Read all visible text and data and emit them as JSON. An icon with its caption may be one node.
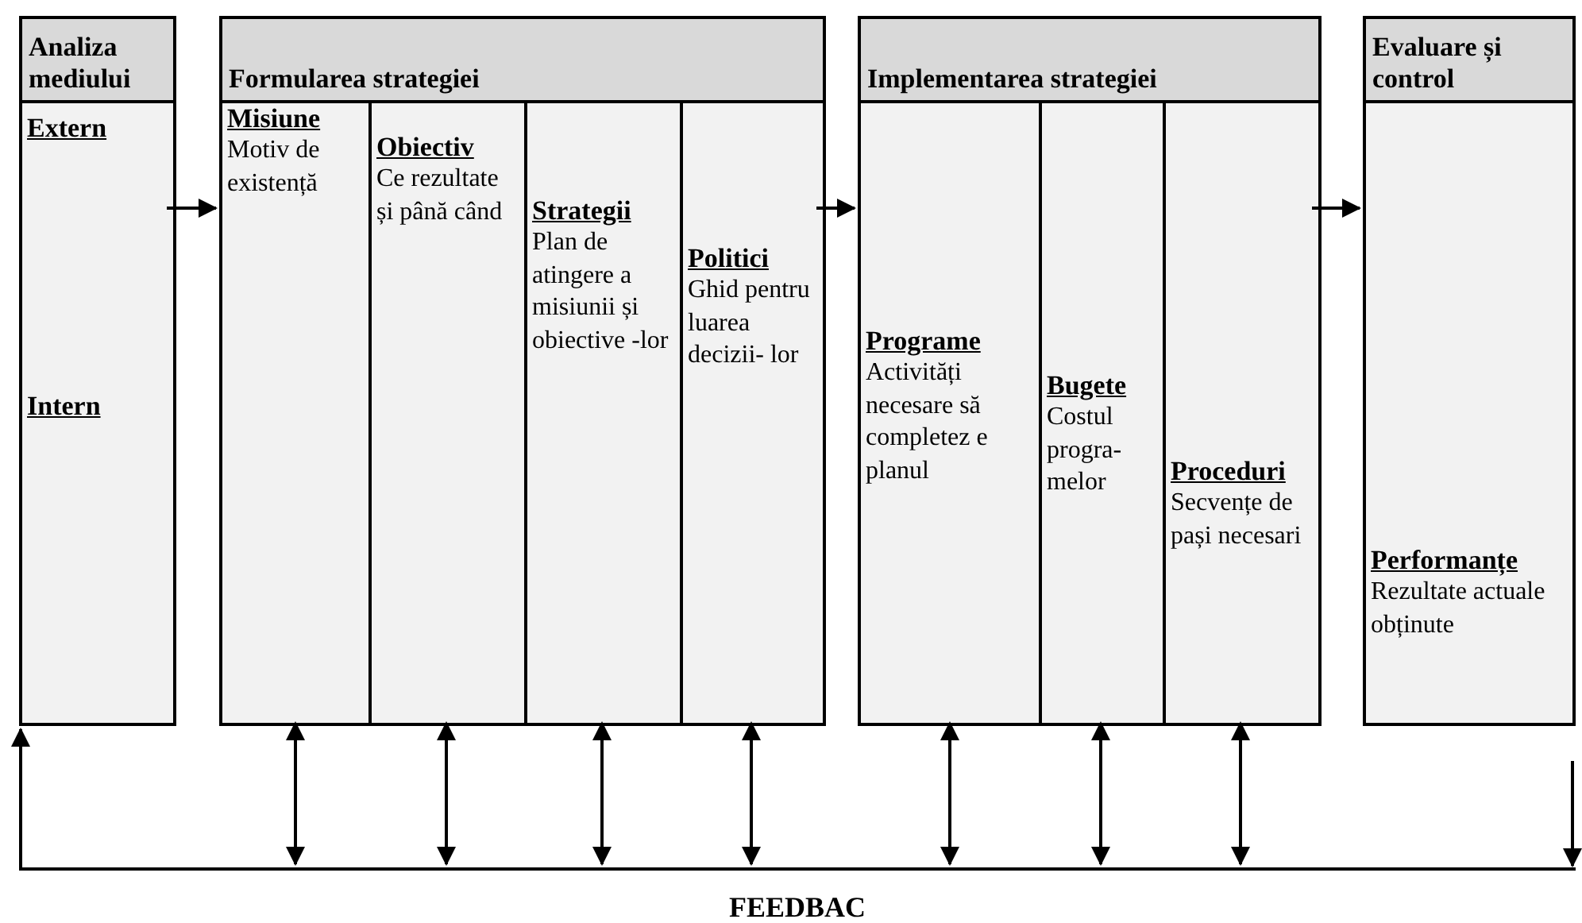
{
  "diagram": {
    "nodes": [
      {
        "text": [
          "Analiza mediului"
        ]
      },
      {
        "text": [
          "Extern"
        ],
        "in": 0
      },
      {
        "text": [
          "Intern"
        ],
        "in": 0
      },
      {
        "text": [
          "Formularea strategiei"
        ]
      },
      {
        "text": [
          "Misiune",
          "Motiv de existență"
        ],
        "in": 3
      },
      {
        "text": [
          "Obiectiv",
          "Ce rezultate și până când"
        ],
        "in": 3
      },
      {
        "text": [
          "Strategii",
          "Plan de atingere a misiunii și obiective -lor"
        ],
        "in": 3
      },
      {
        "text": [
          "Politici",
          "Ghid pentru luarea decizii- lor"
        ],
        "in": 3
      },
      {
        "text": [
          "Implementarea strategiei"
        ]
      },
      {
        "text": [
          "Programe",
          "Activități necesare să completez e planul"
        ],
        "in": 8
      },
      {
        "text": [
          "Bugete",
          "Costul progra- melor"
        ],
        "in": 8
      },
      {
        "text": [
          "Proceduri",
          "Secvențe de pași necesari"
        ],
        "in": 8
      },
      {
        "text": [
          "Evaluare și control"
        ]
      },
      {
        "text": [
          "Performanțe",
          "Rezultate actuale obținute"
        ],
        "in": 12
      },
      {
        "text": [
          "FEEDBAC"
        ]
      }
    ],
    "edges": [
      {
        "from": 0,
        "to": 3,
        "arrow": "to"
      },
      {
        "from": 3,
        "to": 8,
        "arrow": "to"
      },
      {
        "from": 8,
        "to": 12,
        "arrow": "to"
      },
      {
        "from": 4,
        "to": 14,
        "arrow": "both"
      },
      {
        "from": 5,
        "to": 14,
        "arrow": "both"
      },
      {
        "from": 6,
        "to": 14,
        "arrow": "both"
      },
      {
        "from": 7,
        "to": 14,
        "arrow": "both"
      },
      {
        "from": 9,
        "to": 14,
        "arrow": "both"
      },
      {
        "from": 10,
        "to": 14,
        "arrow": "both"
      },
      {
        "from": 11,
        "to": 14,
        "arrow": "both"
      },
      {
        "from": 14,
        "to": 0,
        "arrow": "to"
      },
      {
        "from": 12,
        "to": 14,
        "arrow": "to"
      }
    ]
  }
}
